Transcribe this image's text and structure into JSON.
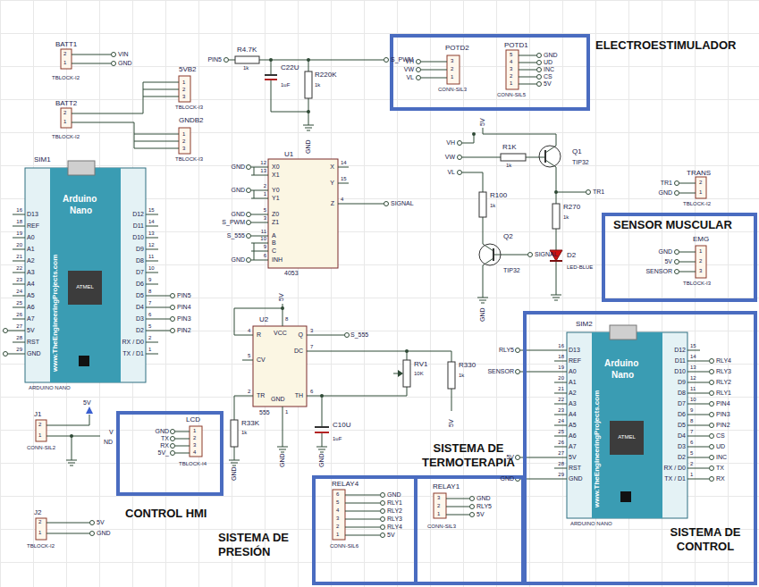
{
  "diagram": {
    "nodes": [
      {
        "text": [
          "ELECTROESTIMULADOR"
        ]
      },
      {
        "text": [
          "SENSOR MUSCULAR"
        ]
      },
      {
        "text": [
          "SISTEMA DE CONTROL"
        ]
      },
      {
        "text": [
          "CONTROL HMI"
        ]
      },
      {
        "text": [
          "SISTEMA DE TERMOTERAPIA"
        ]
      },
      {
        "text": [
          "SISTEMA DE PRESIÓN"
        ]
      }
    ],
    "labels": [
      "BATT1",
      "2",
      "1",
      "VIN",
      "GND",
      "TBLOCK-I2",
      "BATT2",
      "2",
      "1",
      "TBLOCK-I2",
      "5VB2",
      "1",
      "2",
      "3",
      "TBLOCK-I3",
      "GNDB2",
      "1",
      "2",
      "3",
      "TBLOCK-I3",
      "PIN5",
      "R4.7K",
      "1k",
      "S_PWM",
      "C22U",
      "1uF",
      "R220K",
      "1k",
      "GND",
      "U1",
      "4053",
      "X0",
      "12",
      "X1",
      "13",
      "Y0",
      "2",
      "Y1",
      "1",
      "Z0",
      "5",
      "Z1",
      "3",
      "A",
      "11",
      "B",
      "10",
      "C",
      "9",
      "INH",
      "6",
      "X",
      "14",
      "Y",
      "15",
      "Z",
      "4",
      "GND",
      "GND",
      "GND",
      "S_PWM",
      "S_555",
      "GND",
      "SIGNAL",
      "U2",
      "555",
      "R",
      "4",
      "VCC",
      "8",
      "Q",
      "3",
      "DC",
      "7",
      "CV",
      "5",
      "TR",
      "2",
      "GND",
      "1",
      "TH",
      "6",
      "5V",
      "S_555",
      "R33K",
      "1k",
      "GND",
      "GND",
      "C10U",
      "1uF",
      "GND",
      "RV1",
      "10K",
      "R330",
      "1k",
      "5V",
      "POTD2",
      "VH",
      "3",
      "VW",
      "2",
      "VL",
      "1",
      "CONN-SIL3",
      "POTD1",
      "GND",
      "5",
      "UD",
      "4",
      "INC",
      "3",
      "CS",
      "2",
      "5V",
      "1",
      "CONN-SIL5",
      "5V",
      "VH",
      "VW",
      "VL",
      "R1K",
      "1k",
      "Q1",
      "TIP32",
      "R100",
      "1k",
      "Q2",
      "TIP32",
      "SIGNAL",
      "R270",
      "1k",
      "TR1",
      "D2",
      "LED-BLUE",
      "GND",
      "TRANS",
      "TR1",
      "2",
      "GND",
      "1",
      "TBLOCK-I2",
      "EMG",
      "GND",
      "1",
      "5V",
      "2",
      "SENSOR",
      "3",
      "TBLOCK-I3",
      "SIM1",
      "ARDUINO NANO",
      "Arduino",
      "Nano",
      "www.TheEngineeringProjects.com",
      "ATMEL",
      "D13",
      "16",
      "REF",
      "18",
      "A0",
      "19",
      "A1",
      "20",
      "A2",
      "21",
      "A3",
      "22",
      "A4",
      "23",
      "A5",
      "24",
      "A6",
      "25",
      "A7",
      "26",
      "5V",
      "27",
      "RST",
      "28",
      "GND",
      "29",
      "D12",
      "15",
      "D11",
      "14",
      "D10",
      "13",
      "D9",
      "12",
      "D8",
      "11",
      "D7",
      "10",
      "D6",
      "9",
      "D5",
      "8",
      "D4",
      "7",
      "D3",
      "6",
      "D2",
      "5",
      "RX / D0",
      "2",
      "TX / D1",
      "1",
      "PIN5",
      "PIN4",
      "PIN3",
      "PIN2",
      "SIM2",
      "ARDUINO NANO",
      "Arduino",
      "Nano",
      "www.TheEngineeringProjects.com",
      "ATMEL",
      "D13",
      "16",
      "REF",
      "18",
      "A0",
      "19",
      "A1",
      "20",
      "A2",
      "21",
      "A3",
      "22",
      "A4",
      "23",
      "A5",
      "24",
      "A6",
      "25",
      "A7",
      "26",
      "5V",
      "27",
      "RST",
      "28",
      "GND",
      "29",
      "D12",
      "15",
      "D11",
      "14",
      "D10",
      "13",
      "D9",
      "12",
      "D8",
      "11",
      "D7",
      "10",
      "D6",
      "9",
      "D5",
      "8",
      "D4",
      "7",
      "D3",
      "6",
      "D2",
      "5",
      "RX / D0",
      "2",
      "TX / D1",
      "1",
      "RLY5",
      "SENSOR",
      "5V",
      "GND",
      "RLY4",
      "RLY3",
      "RLY2",
      "RLY1",
      "PIN4",
      "PIN3",
      "PIN2",
      "CS",
      "UD",
      "INC",
      "TX",
      "RX",
      "LCD",
      "GND",
      "1",
      "TX",
      "2",
      "RX",
      "3",
      "5V_",
      "4",
      "TBLOCK-I4",
      "J1",
      "2",
      "1",
      "CONN-SIL2",
      "5V",
      "V",
      "ND",
      "J2",
      "2",
      "1",
      "5V",
      "GND",
      "TBLOCK-I2",
      "RELAY4",
      "6",
      "GND",
      "5",
      "RLY1",
      "4",
      "RLY2",
      "3",
      "RLY3",
      "2",
      "RLY4",
      "1",
      "5V",
      "CONN-SIL6",
      "RELAY1",
      "3",
      "GND",
      "2",
      "RLY5",
      "1",
      "5V",
      "CONN-SIL3"
    ]
  }
}
